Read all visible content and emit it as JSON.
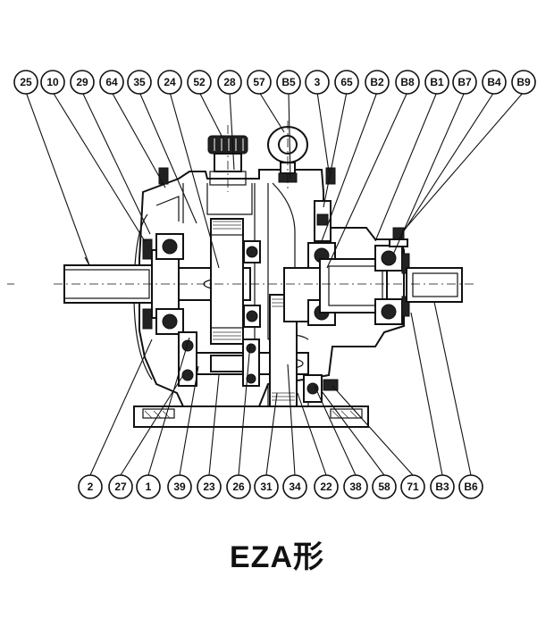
{
  "model_name": "EZA形",
  "top_labels": [
    "25",
    "10",
    "29",
    "64",
    "35",
    "24",
    "52",
    "28",
    "57",
    "B5",
    "3",
    "65",
    "B2",
    "B8",
    "B1",
    "B7",
    "B4",
    "B9"
  ],
  "bottom_labels": [
    "2",
    "27",
    "1",
    "39",
    "23",
    "26",
    "31",
    "34",
    "22",
    "38",
    "58",
    "71",
    "B3",
    "B6"
  ]
}
